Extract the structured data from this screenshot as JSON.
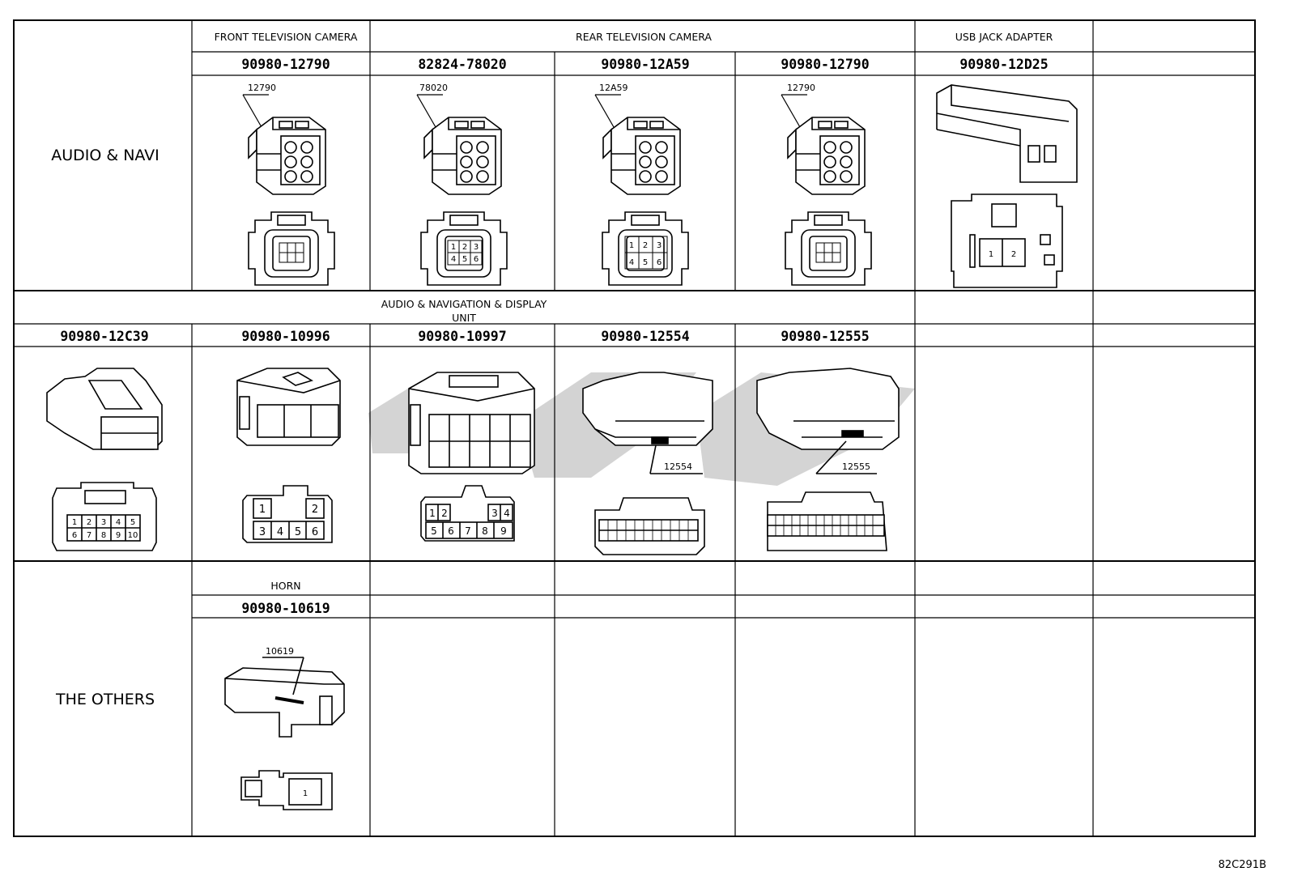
{
  "groups": [
    "AUDIO & NAVI",
    "THE OTHERS"
  ],
  "headers": {
    "front_tv": "FRONT TELEVISION CAMERA",
    "rear_tv": "REAR TELEVISION CAMERA",
    "usb": "USB JACK ADAPTER",
    "audio_nav_1": "AUDIO & NAVIGATION & DISPLAY",
    "audio_nav_2": "UNIT",
    "horn": "HORN"
  },
  "row1_parts": [
    "90980-12790",
    "82824-78020",
    "90980-12A59",
    "90980-12790",
    "90980-12D25"
  ],
  "row2_parts": [
    "90980-12C39",
    "90980-10996",
    "90980-10997",
    "90980-12554",
    "90980-12555"
  ],
  "row3_parts": [
    "90980-10619"
  ],
  "callouts": {
    "c12790": "12790",
    "c78020": "78020",
    "c12a59": "12A59",
    "c12554": "12554",
    "c12555": "12555",
    "c10619": "10619"
  },
  "footer_code": "82C291B"
}
